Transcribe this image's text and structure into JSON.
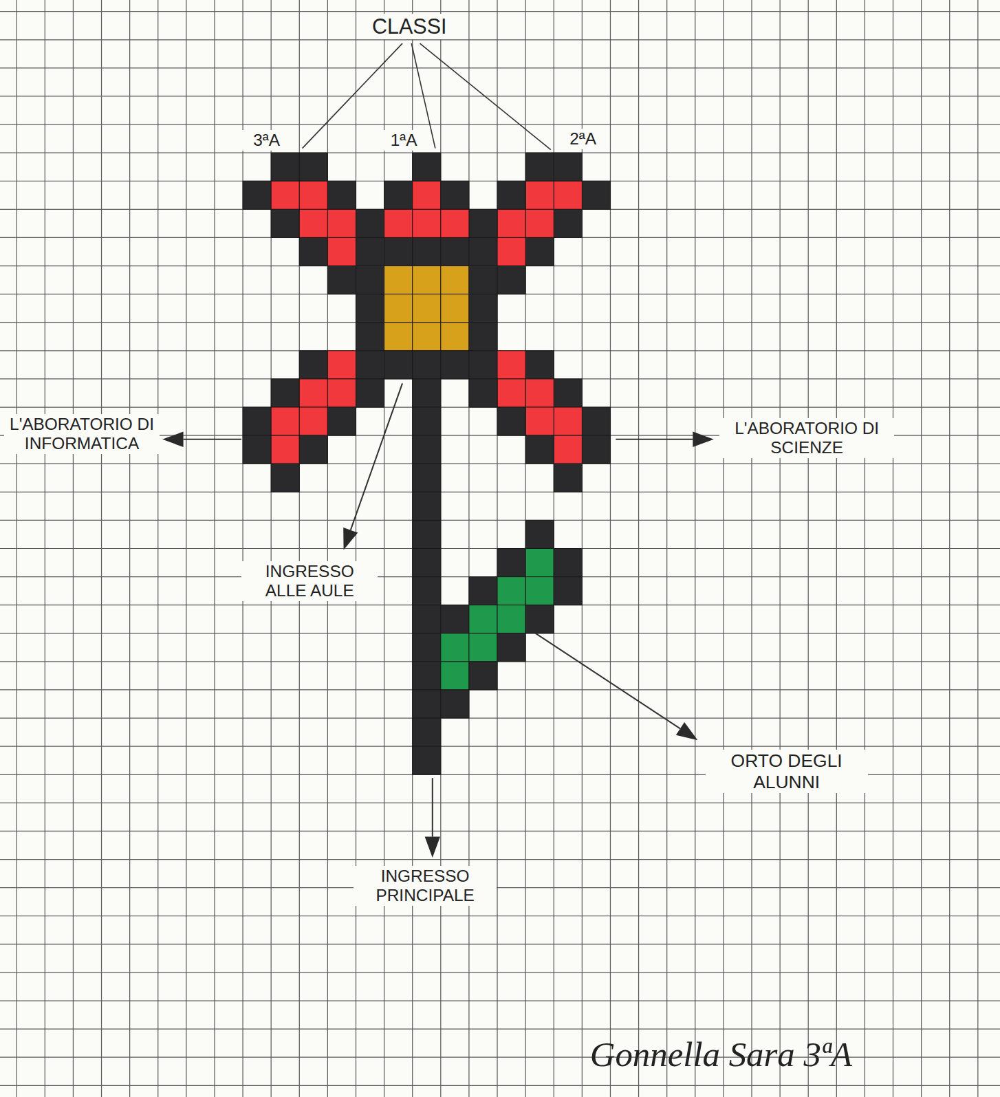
{
  "diagram": {
    "labels": [
      "CLASSI",
      "3ªA",
      "1ªA",
      "2ªA",
      "L'ABORATORIO DI INFORMATICA",
      "INGRESSO ALLE AULE",
      "L'ABORATORIO DI SCIENZE",
      "ORTO DEGLI ALUNNI",
      "INGRESSO PRINCIPALE",
      "Gonnella Sara 3ªA"
    ]
  }
}
